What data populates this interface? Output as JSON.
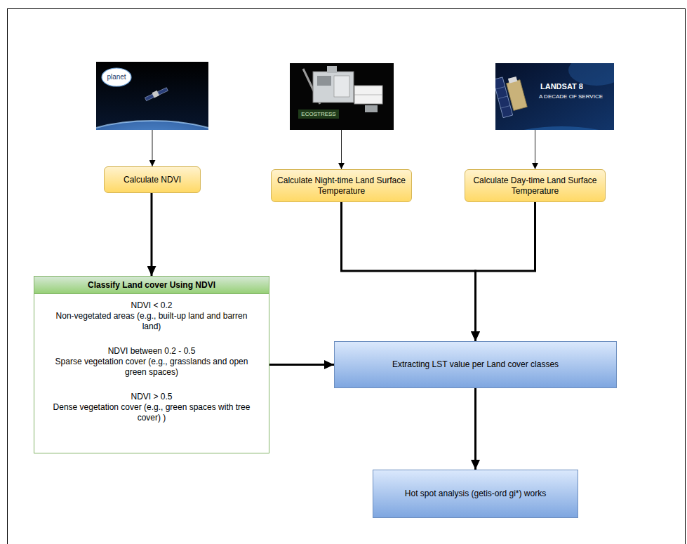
{
  "diagram": {
    "nodes": [
      {
        "text": [
          "planet"
        ]
      },
      {
        "text": [
          "ECOSTRESS"
        ]
      },
      {
        "text": [
          "LANDSAT 8",
          "A DECADE OF SERVICE"
        ]
      },
      {
        "text": [
          "Calculate NDVI"
        ]
      },
      {
        "text": [
          "Calculate Night-time Land Surface Temperature"
        ]
      },
      {
        "text": [
          "Calculate Day-time Land Surface Temperature"
        ]
      },
      {
        "text": [
          "Classify Land cover Using NDVI",
          "NDVI < 0.2",
          "Non-vegetated areas (e.g., built-up land and barren land)",
          "NDVI between 0.2 - 0.5",
          "Sparse vegetation cover (e.g., grasslands and open green spaces)",
          "NDVI > 0.5",
          "Dense vegetation cover (e.g., green spaces with tree cover) )"
        ]
      },
      {
        "text": [
          "Extracting LST value per Land cover classes"
        ]
      },
      {
        "text": [
          "Hot spot analysis (getis-ord gi*) works"
        ]
      }
    ],
    "edges": [
      {
        "from": 0,
        "to": 3,
        "arrow": "to"
      },
      {
        "from": 1,
        "to": 4,
        "arrow": "to"
      },
      {
        "from": 2,
        "to": 5,
        "arrow": "to"
      },
      {
        "from": 3,
        "to": 6,
        "arrow": "to"
      },
      {
        "from": 4,
        "to": 7,
        "arrow": "to"
      },
      {
        "from": 5,
        "to": 7,
        "arrow": "to"
      },
      {
        "from": 6,
        "to": 7,
        "arrow": "to"
      },
      {
        "from": 7,
        "to": 8,
        "arrow": "to"
      }
    ]
  }
}
